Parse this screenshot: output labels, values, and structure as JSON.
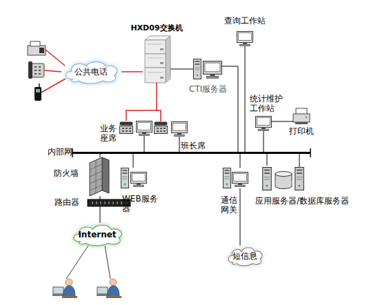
{
  "diagram": {
    "nodes": [
      {
        "text": [
          "HXD09交换机"
        ]
      },
      {
        "text": [
          "公共电话"
        ]
      },
      {
        "text": [
          "CTI服务器"
        ]
      },
      {
        "text": [
          "查询工作站"
        ]
      },
      {
        "text": [
          "统计维护 工作站"
        ]
      },
      {
        "text": [
          "打印机"
        ]
      },
      {
        "text": [
          "业务 座席"
        ]
      },
      {
        "text": [
          "班长席"
        ]
      },
      {
        "text": [
          "内部网"
        ]
      },
      {
        "text": [
          "防火墙"
        ]
      },
      {
        "text": [
          "WEB服务 器"
        ]
      },
      {
        "text": [
          "路由器"
        ]
      },
      {
        "text": [
          "Internet"
        ]
      },
      {
        "text": [
          "通信 网关"
        ]
      },
      {
        "text": [
          "应用服务器/数据库服务器"
        ]
      },
      {
        "text": [
          "短信息"
        ]
      }
    ],
    "edges": [
      {
        "from": 1,
        "to": 0,
        "arrow": "none"
      },
      {
        "from": 0,
        "to": 2,
        "arrow": "none"
      },
      {
        "from": 0,
        "to": 6,
        "arrow": "none"
      },
      {
        "from": 2,
        "to": 8,
        "arrow": "none"
      },
      {
        "from": 3,
        "to": 8,
        "arrow": "none"
      },
      {
        "from": 4,
        "to": 8,
        "arrow": "none"
      },
      {
        "from": 4,
        "to": 5,
        "arrow": "none"
      },
      {
        "from": 6,
        "to": 8,
        "arrow": "none"
      },
      {
        "from": 7,
        "to": 8,
        "arrow": "none"
      },
      {
        "from": 9,
        "to": 8,
        "arrow": "none"
      },
      {
        "from": 10,
        "to": 8,
        "arrow": "none"
      },
      {
        "from": 9,
        "to": 11,
        "arrow": "none"
      },
      {
        "from": 11,
        "to": 12,
        "arrow": "none"
      },
      {
        "from": 13,
        "to": 8,
        "arrow": "none"
      },
      {
        "from": 13,
        "to": 15,
        "arrow": "none"
      },
      {
        "from": 14,
        "to": 8,
        "arrow": "none"
      }
    ]
  }
}
